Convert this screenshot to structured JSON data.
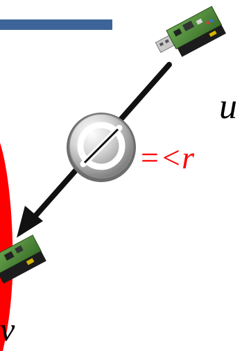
{
  "diagram": {
    "labels": {
      "node_u": "u",
      "node_v": "v",
      "constraint": "=<r"
    },
    "icons": {
      "top_device": "usb-sensor-mote-icon",
      "bottom_device": "sensor-mote-icon",
      "prohibition": "prohibition-sign-icon"
    },
    "colors": {
      "top_bar": "#3d6498",
      "arrow": "#111111",
      "region": "#ff0000",
      "constraint_text": "#ff0000",
      "board_green": "#4e8c3a",
      "prohibition_silver": "#b8b8b8"
    }
  }
}
